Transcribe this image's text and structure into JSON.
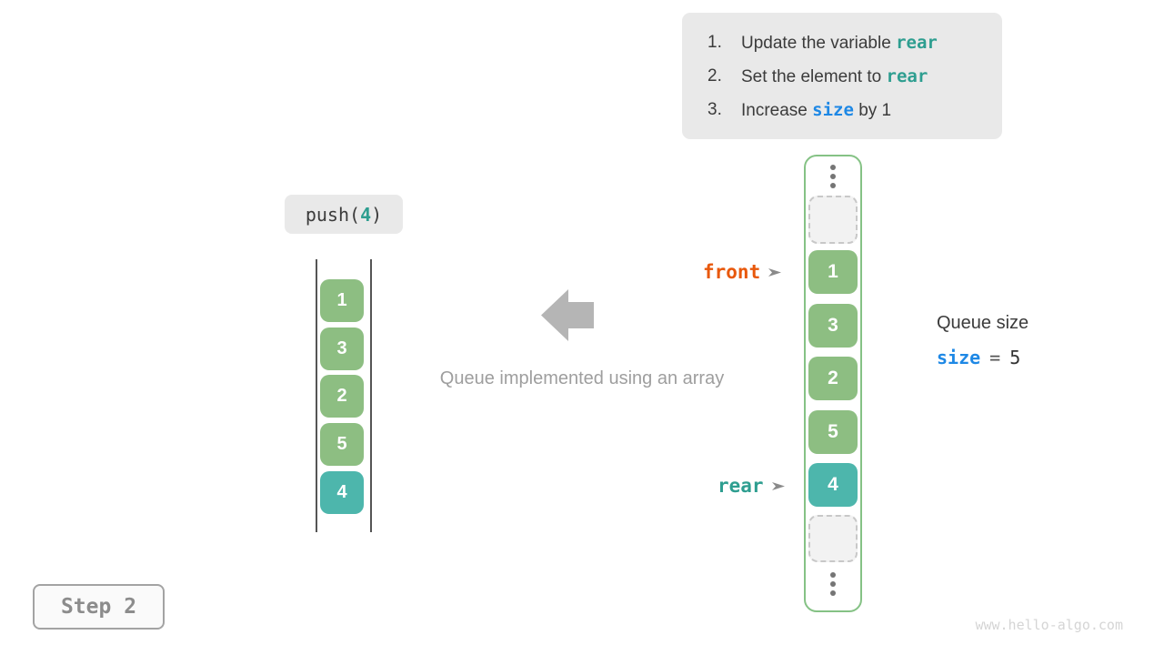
{
  "colors": {
    "cell_green": "#8DBE82",
    "cell_teal": "#4DB6AC",
    "code_teal": "#2E9E90",
    "code_blue": "#1E88E5",
    "front_orange": "#E8580C",
    "panel_gray": "#E9E9E9",
    "frame_border_green": "#85C285"
  },
  "instructions": {
    "items": [
      {
        "num": "1.",
        "pre": "Update the variable ",
        "code": "rear",
        "post": ""
      },
      {
        "num": "2.",
        "pre": "Set the element to ",
        "code": "rear",
        "post": ""
      },
      {
        "num": "3.",
        "pre": "Increase ",
        "code": "size",
        "post": " by 1"
      }
    ]
  },
  "operation": {
    "fn": "push(",
    "arg": "4",
    "close": ")"
  },
  "left_queue": {
    "values": [
      "1",
      "3",
      "2",
      "5",
      "4"
    ]
  },
  "caption": "Queue implemented using an array",
  "array_view": {
    "cells": [
      "1",
      "3",
      "2",
      "5",
      "4"
    ]
  },
  "pointers": {
    "front_label": "front",
    "rear_label": "rear"
  },
  "size_panel": {
    "title": "Queue size",
    "var_name": "size",
    "equals": "=",
    "value": "5"
  },
  "step_badge": "Step 2",
  "watermark": "www.hello-algo.com"
}
